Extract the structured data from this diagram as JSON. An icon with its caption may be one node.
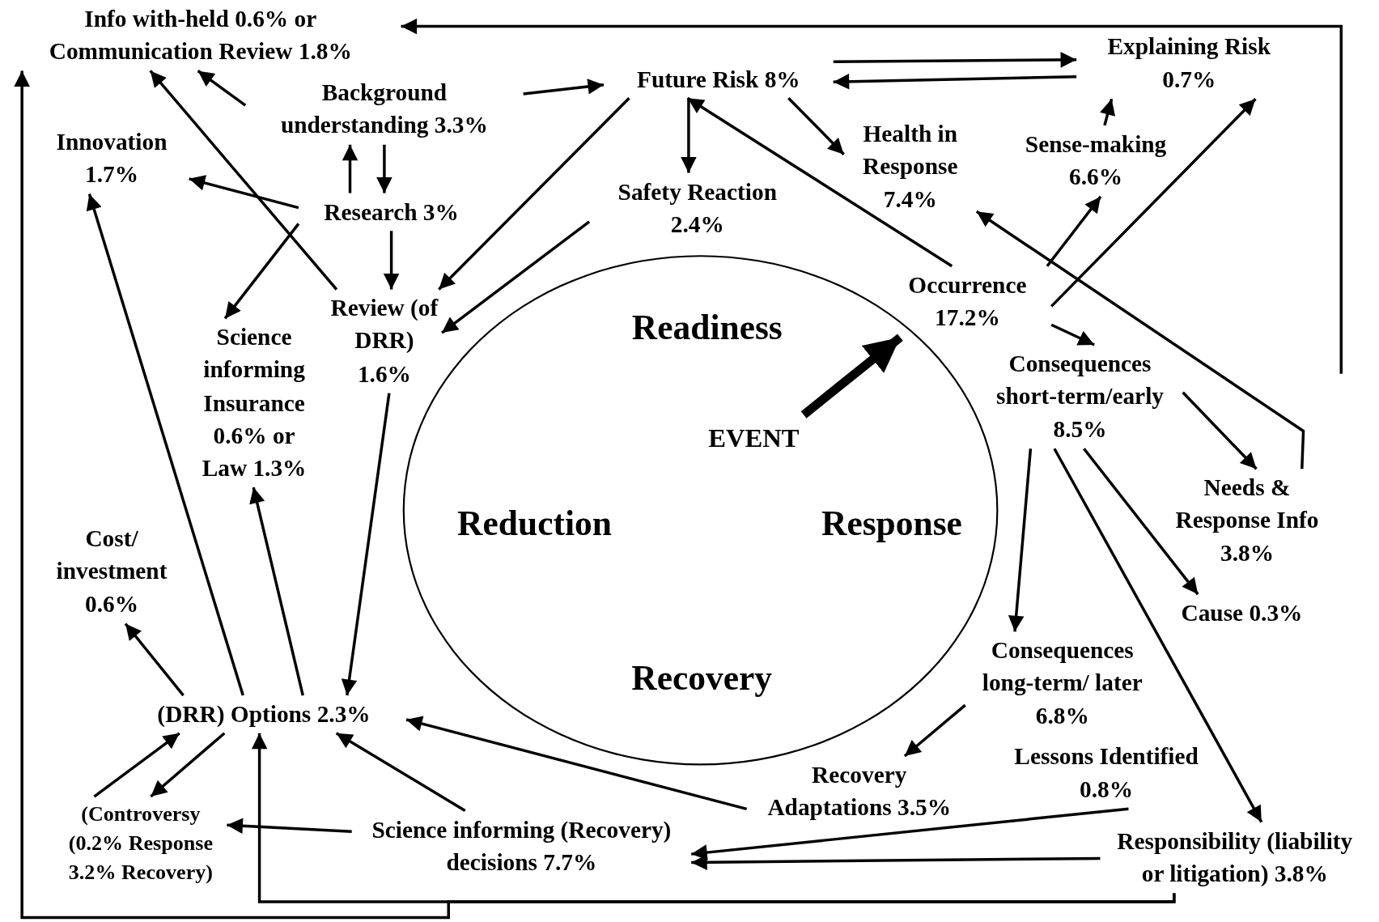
{
  "diagram": {
    "nodes": [
      {
        "text": [
          "Info with-held 0.6% or Communication Review 1.8%"
        ]
      },
      {
        "text": [
          "Background understanding 3.3%"
        ]
      },
      {
        "text": [
          "Future Risk 8%"
        ]
      },
      {
        "text": [
          "Explaining Risk 0.7%"
        ]
      },
      {
        "text": [
          "Innovation 1.7%"
        ]
      },
      {
        "text": [
          "Research 3%"
        ]
      },
      {
        "text": [
          "Safety Reaction 2.4%"
        ]
      },
      {
        "text": [
          "Health in Response 7.4%"
        ]
      },
      {
        "text": [
          "Sense-making 6.6%"
        ]
      },
      {
        "text": [
          "Science informing Insurance 0.6% or Law 1.3%"
        ]
      },
      {
        "text": [
          "Review (of DRR) 1.6%"
        ]
      },
      {
        "text": [
          "Occurrence 17.2%"
        ]
      },
      {
        "text": [
          "Consequences short-term/early 8.5%"
        ]
      },
      {
        "text": [
          "Needs & Response Info 3.8%"
        ]
      },
      {
        "text": [
          "Cause 0.3%"
        ]
      },
      {
        "text": [
          "Cost/ investment 0.6%"
        ]
      },
      {
        "text": [
          "(DRR) Options 2.3%"
        ]
      },
      {
        "text": [
          "Consequences long-term/ later 6.8%"
        ]
      },
      {
        "text": [
          "Recovery Adaptations 3.5%"
        ]
      },
      {
        "text": [
          "Lessons Identified 0.8%"
        ]
      },
      {
        "text": [
          "(Controversy (0.2% Response 3.2% Recovery)"
        ]
      },
      {
        "text": [
          "Science informing (Recovery) decisions 7.7%"
        ]
      },
      {
        "text": [
          "Responsibility (liability or litigation) 3.8%"
        ]
      },
      {
        "text": [
          "Readiness",
          "Reduction",
          "Response",
          "Recovery"
        ]
      },
      {
        "text": [
          "EVENT"
        ],
        "in": 23
      }
    ],
    "edges": [
      {
        "from": 1,
        "to": 0,
        "arrow": "to"
      },
      {
        "from": 1,
        "to": 2,
        "arrow": "to"
      },
      {
        "from": 2,
        "to": 3,
        "arrow": "to"
      },
      {
        "from": 3,
        "to": 2,
        "arrow": "to"
      },
      {
        "from": 5,
        "to": 1,
        "arrow": "to"
      },
      {
        "from": 1,
        "to": 5,
        "arrow": "to"
      },
      {
        "from": 5,
        "to": 10,
        "arrow": "to"
      },
      {
        "from": 2,
        "to": 6,
        "arrow": "to"
      },
      {
        "from": 2,
        "to": 10,
        "arrow": "to"
      },
      {
        "from": 6,
        "to": 10,
        "arrow": "to"
      },
      {
        "from": 2,
        "to": 7,
        "arrow": "to"
      },
      {
        "from": 11,
        "to": 2,
        "arrow": "to"
      },
      {
        "from": 8,
        "to": 3,
        "arrow": "to"
      },
      {
        "from": 11,
        "to": 8,
        "arrow": "to"
      },
      {
        "from": 11,
        "to": 3,
        "arrow": "to"
      },
      {
        "from": 11,
        "to": 12,
        "arrow": "to"
      },
      {
        "from": 13,
        "to": 7,
        "arrow": "to"
      },
      {
        "from": 12,
        "to": 13,
        "arrow": "to"
      },
      {
        "from": 12,
        "to": 14,
        "arrow": "to"
      },
      {
        "from": 12,
        "to": 17,
        "arrow": "to"
      },
      {
        "from": 12,
        "to": 22,
        "arrow": "to"
      },
      {
        "from": 17,
        "to": 18,
        "arrow": "to"
      },
      {
        "from": 18,
        "to": 16,
        "arrow": "to"
      },
      {
        "from": 19,
        "to": 21,
        "arrow": "to"
      },
      {
        "from": 22,
        "to": 21,
        "arrow": "to"
      },
      {
        "from": 22,
        "to": 16,
        "arrow": "to"
      },
      {
        "from": 22,
        "to": 0,
        "arrow": "to"
      },
      {
        "from": 21,
        "to": 16,
        "arrow": "to"
      },
      {
        "from": 21,
        "to": 20,
        "arrow": "to"
      },
      {
        "from": 20,
        "to": 16,
        "arrow": "to"
      },
      {
        "from": 16,
        "to": 20,
        "arrow": "to"
      },
      {
        "from": 16,
        "to": 15,
        "arrow": "to"
      },
      {
        "from": 16,
        "to": 4,
        "arrow": "to"
      },
      {
        "from": 16,
        "to": 9,
        "arrow": "to"
      },
      {
        "from": 10,
        "to": 16,
        "arrow": "to"
      },
      {
        "from": 10,
        "to": 0,
        "arrow": "to"
      },
      {
        "from": 5,
        "to": 4,
        "arrow": "to"
      },
      {
        "from": 5,
        "to": 9,
        "arrow": "to"
      },
      {
        "from": null,
        "to": 0,
        "arrow": "to"
      },
      {
        "from": 24,
        "to": 11,
        "arrow": "to",
        "style": "thick"
      }
    ]
  }
}
